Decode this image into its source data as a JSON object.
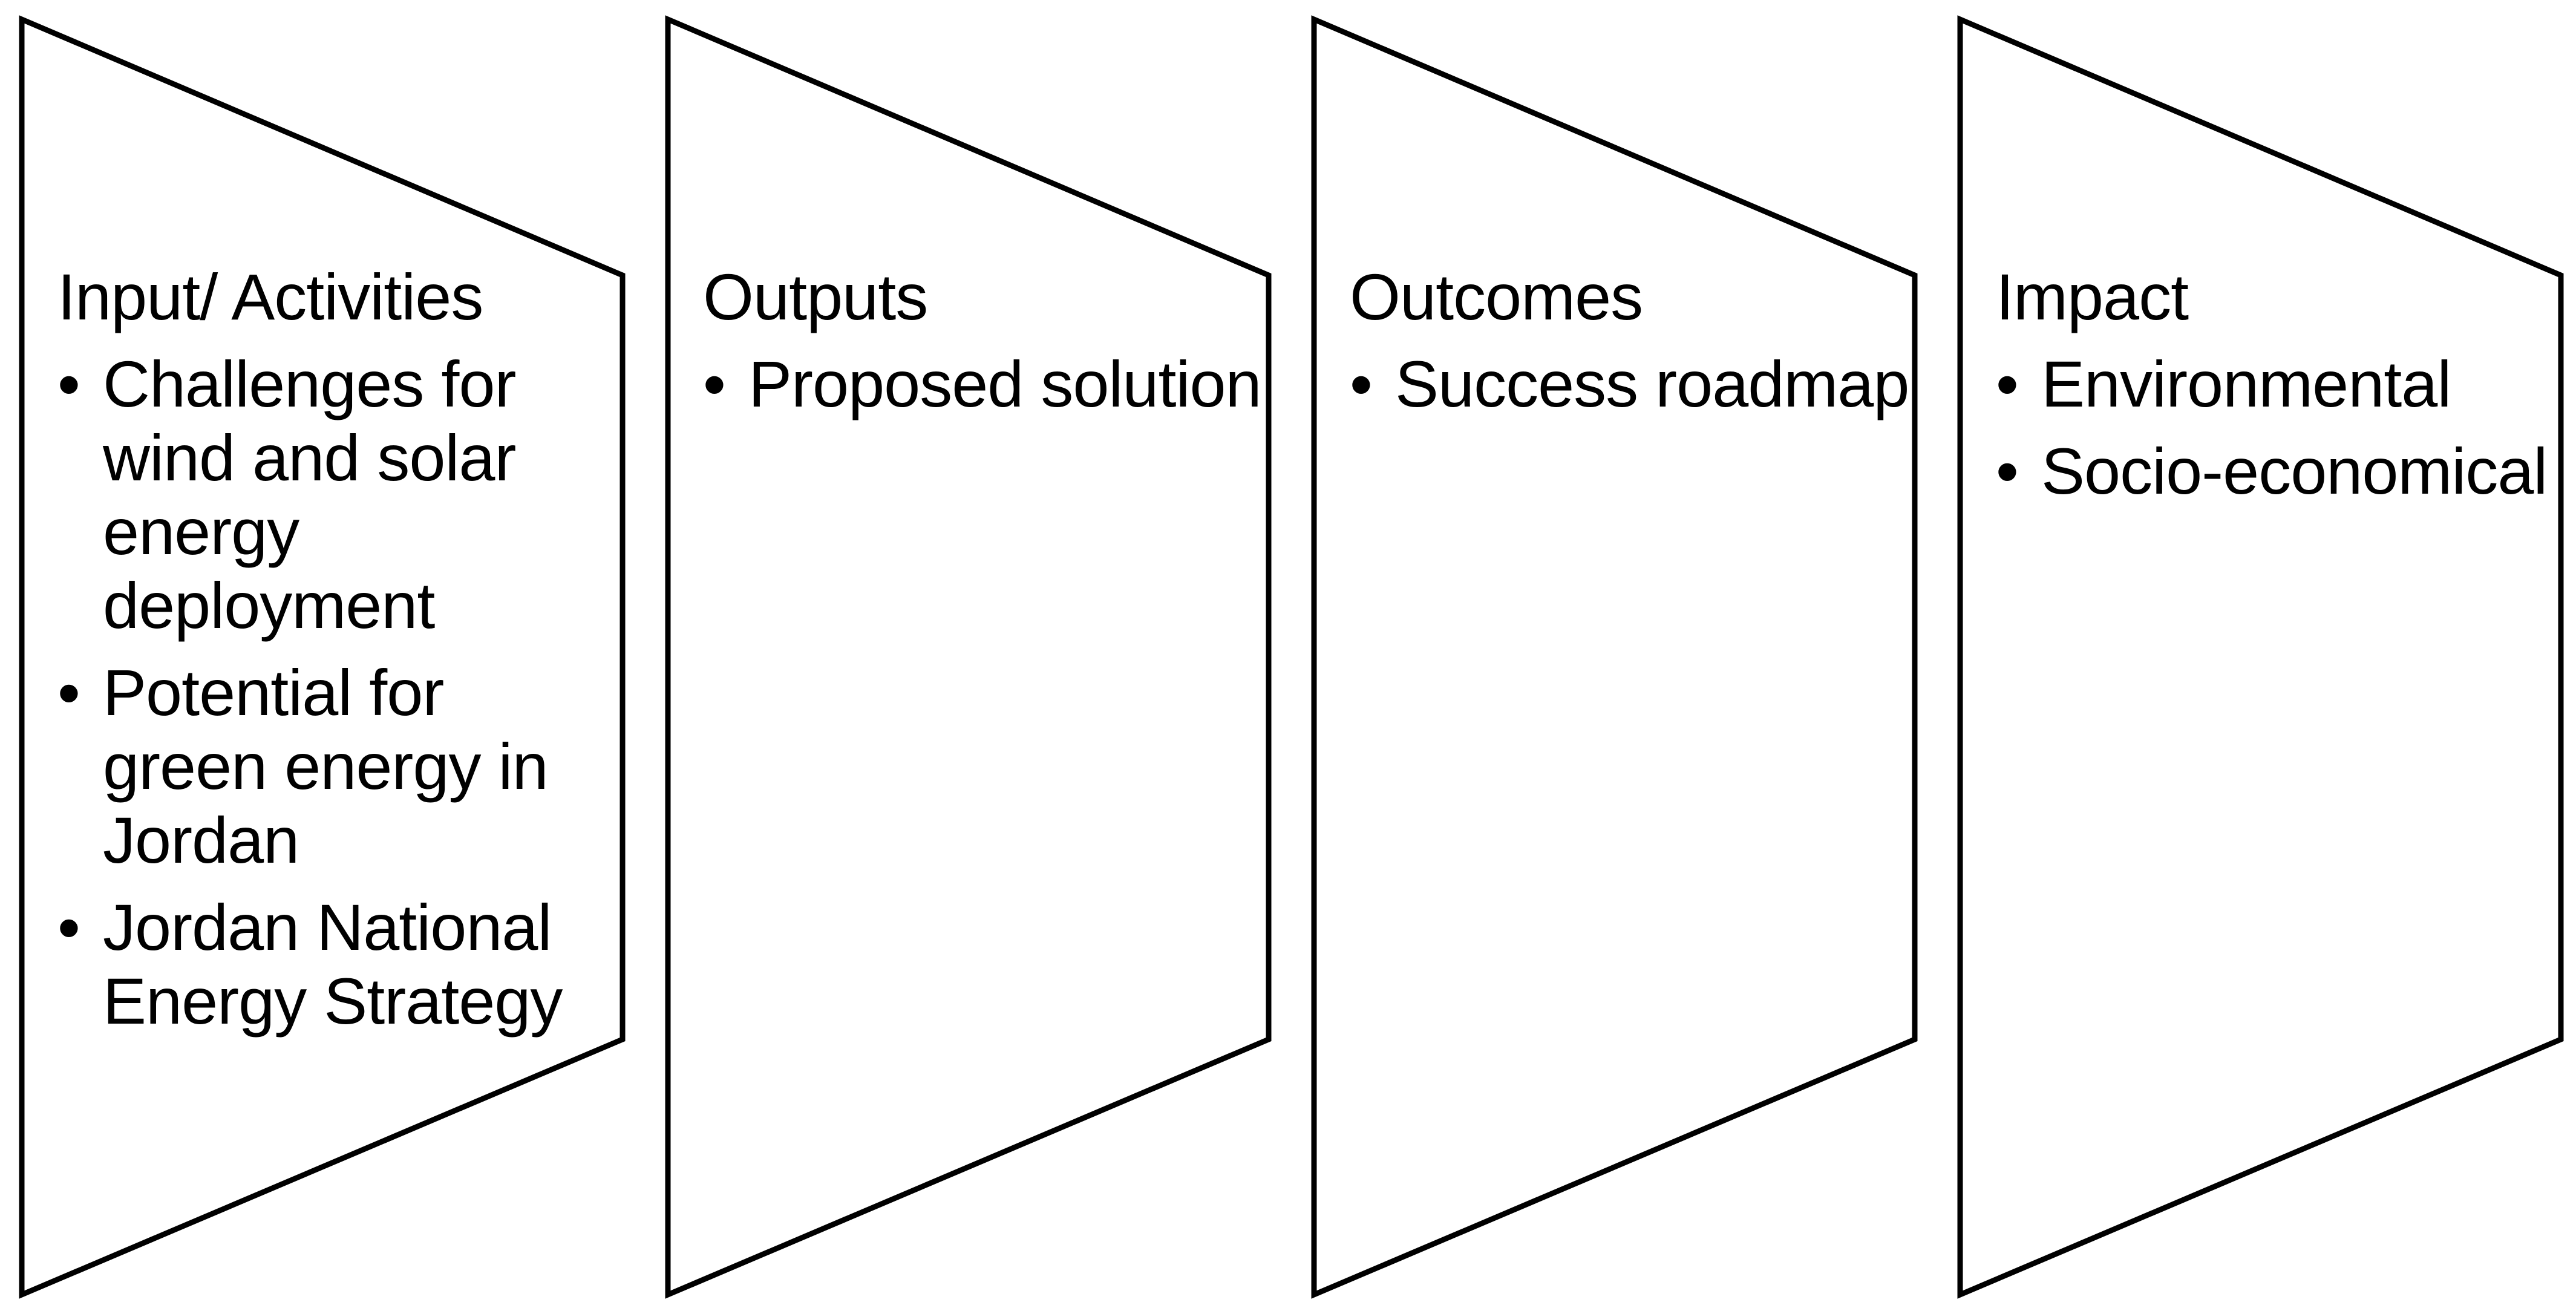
{
  "stages": [
    {
      "title": "Input/ Activities",
      "bullets": [
        " Challenges for wind and solar energy deployment",
        " Potential for green energy in Jordan",
        " Jordan National Energy Strategy"
      ]
    },
    {
      "title": "Outputs",
      "bullets": [
        "Proposed solution"
      ]
    },
    {
      "title": "Outcomes",
      "bullets": [
        "Success roadmap"
      ]
    },
    {
      "title": "Impact",
      "bullets": [
        "Environmental",
        "Socio-economical"
      ]
    }
  ],
  "bullet_symbol": "•",
  "colors": {
    "stroke": "#000000",
    "fill": "#ffffff",
    "text": "#000000"
  }
}
